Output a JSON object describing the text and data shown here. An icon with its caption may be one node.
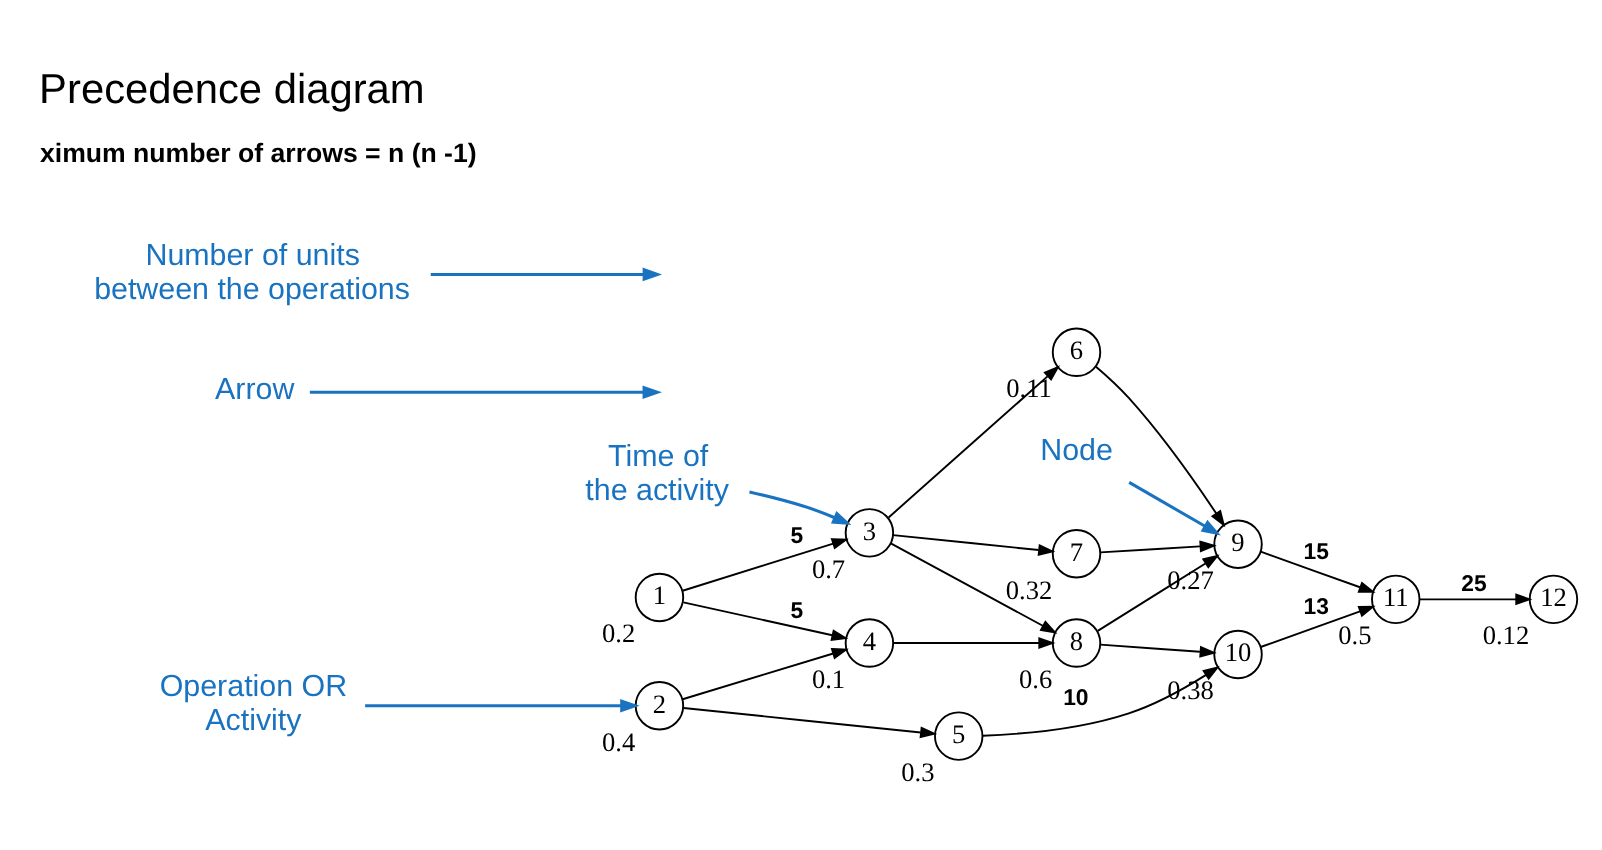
{
  "diagram": {
    "title": "Precedence diagram",
    "nodes": [
      {
        "text": [
          "1"
        ],
        "beside": [
          "0.2"
        ]
      },
      {
        "text": [
          "2"
        ],
        "beside": [
          "0.4"
        ]
      },
      {
        "text": [
          "3"
        ],
        "beside": [
          "0.7"
        ]
      },
      {
        "text": [
          "4"
        ],
        "beside": [
          "0.1"
        ]
      },
      {
        "text": [
          "5"
        ],
        "beside": [
          "0.3"
        ]
      },
      {
        "text": [
          "6"
        ],
        "beside": [
          "0.11"
        ]
      },
      {
        "text": [
          "7"
        ],
        "beside": [
          "0.32"
        ]
      },
      {
        "text": [
          "8"
        ],
        "beside": [
          "0.6"
        ]
      },
      {
        "text": [
          "9"
        ],
        "beside": [
          "0.27"
        ]
      },
      {
        "text": [
          "10"
        ],
        "beside": [
          "0.38"
        ]
      },
      {
        "text": [
          "11"
        ],
        "beside": [
          "0.5"
        ]
      },
      {
        "text": [
          "12"
        ],
        "beside": [
          "0.12"
        ]
      },
      {
        "text": [
          "Time of the activity"
        ]
      },
      {
        "text": [
          "Arrow"
        ]
      },
      {
        "text": [
          "Node"
        ]
      },
      {
        "text": [
          "Operation OR Activity"
        ]
      },
      {
        "text": [
          "Number of units between the operations"
        ]
      }
    ],
    "edges": [
      {
        "from": 0,
        "to": 2,
        "arrow": "to",
        "label": "5"
      },
      {
        "from": 0,
        "to": 3,
        "arrow": "to",
        "label": "5"
      },
      {
        "from": 1,
        "to": 3,
        "arrow": "to"
      },
      {
        "from": 1,
        "to": 4,
        "arrow": "to"
      },
      {
        "from": 2,
        "to": 5,
        "arrow": "to"
      },
      {
        "from": 2,
        "to": 6,
        "arrow": "to"
      },
      {
        "from": 2,
        "to": 7,
        "arrow": "to"
      },
      {
        "from": 3,
        "to": 7,
        "arrow": "to"
      },
      {
        "from": 5,
        "to": 8,
        "arrow": "to"
      },
      {
        "from": 6,
        "to": 8,
        "arrow": "to"
      },
      {
        "from": 7,
        "to": 8,
        "arrow": "to"
      },
      {
        "from": 7,
        "to": 9,
        "arrow": "to"
      },
      {
        "from": 4,
        "to": 9,
        "arrow": "to",
        "label": "10"
      },
      {
        "from": 8,
        "to": 10,
        "arrow": "to",
        "label": "15"
      },
      {
        "from": 9,
        "to": 10,
        "arrow": "to",
        "label": "13"
      },
      {
        "from": 10,
        "to": 11,
        "arrow": "to",
        "label": "25"
      },
      {
        "from": 12,
        "to": 2,
        "arrow": "to",
        "color": "#1a73c0"
      },
      {
        "from": 13,
        "to": null,
        "arrow": "to",
        "color": "#1a73c0"
      },
      {
        "from": 14,
        "to": 8,
        "arrow": "to",
        "color": "#1a73c0"
      },
      {
        "from": 15,
        "to": 1,
        "arrow": "to",
        "color": "#1a73c0"
      },
      {
        "from": 16,
        "to": null,
        "arrow": "to",
        "color": "#1a73c0"
      }
    ],
    "labels": [
      "ximum number of arrows = n (n -1)"
    ]
  }
}
